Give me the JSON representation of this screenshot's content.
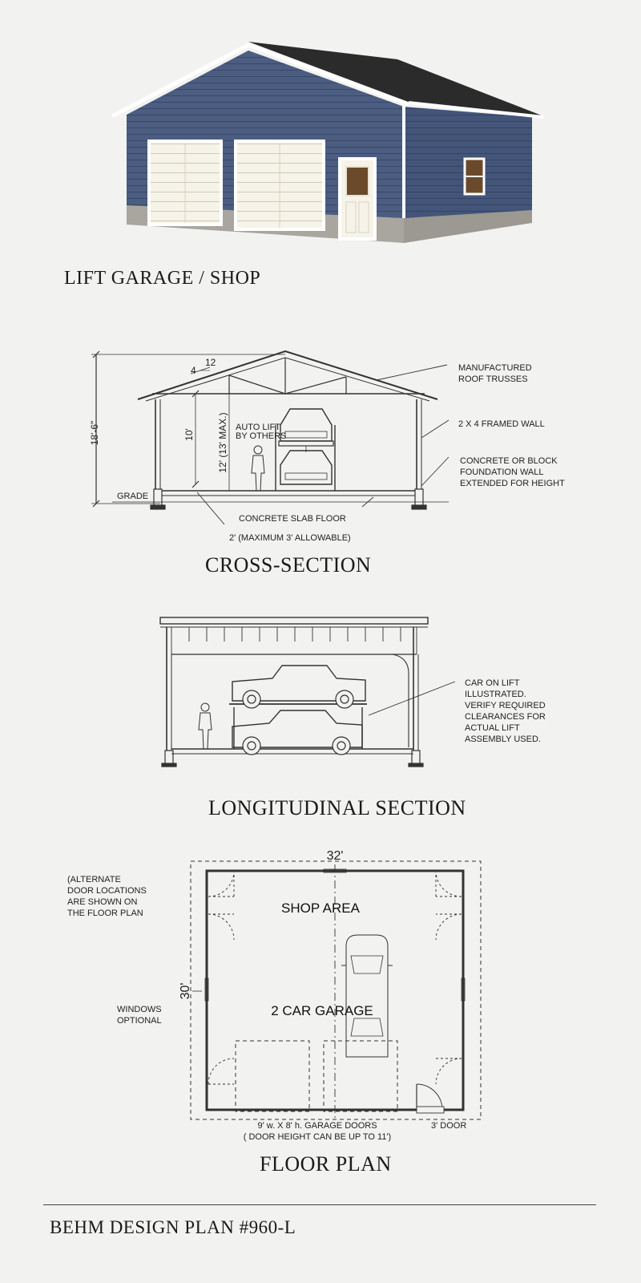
{
  "titles": {
    "rendering": "LIFT GARAGE / SHOP",
    "cross_section": "CROSS-SECTION",
    "longitudinal": "LONGITUDINAL SECTION",
    "floor_plan": "FLOOR PLAN",
    "plan_number": "BEHM DESIGN PLAN #960-L"
  },
  "cross_section": {
    "pitch_rise": "4",
    "pitch_run": "12",
    "overall_height": "18'-6\"",
    "wall_height": "10'",
    "lift_clearance": "12' (13' MAX.)",
    "auto_lift": [
      "AUTO LIFT",
      "BY OTHERS"
    ],
    "grade": "GRADE",
    "slab": "CONCRETE SLAB FLOOR",
    "foundation_height": "2' (MAXIMUM 3' ALLOWABLE)",
    "callout_trusses": [
      "MANUFACTURED",
      "ROOF TRUSSES"
    ],
    "callout_wall": "2 X 4 FRAMED WALL",
    "callout_foundation": [
      "CONCRETE OR BLOCK",
      "FOUNDATION WALL",
      "EXTENDED FOR HEIGHT"
    ]
  },
  "longitudinal": {
    "callout": [
      "CAR ON LIFT",
      "ILLUSTRATED.",
      "VERIFY  REQUIRED",
      "CLEARANCES FOR",
      "ACTUAL LIFT",
      "ASSEMBLY USED."
    ]
  },
  "floor_plan": {
    "width": "32'",
    "depth": "30'",
    "shop_area": "SHOP AREA",
    "garage": "2 CAR GARAGE",
    "alternate_note": [
      "(ALTERNATE",
      "DOOR LOCATIONS",
      "ARE SHOWN ON",
      "THE FLOOR PLAN"
    ],
    "windows_note": [
      "WINDOWS",
      "OPTIONAL"
    ],
    "garage_doors": [
      "9' w. X 8' h. GARAGE DOORS",
      "( DOOR HEIGHT  CAN BE UP TO 11')"
    ],
    "side_door": "3' DOOR"
  },
  "colors": {
    "siding": "#4c5d82",
    "siding_side": "#44557a",
    "roof": "#2b2b2b",
    "trim": "#ffffff",
    "foundation": "#a9a6a0",
    "door_panel": "#f6f3e8",
    "door_glass": "#6b4a2b",
    "background": "#f2f2f0"
  }
}
